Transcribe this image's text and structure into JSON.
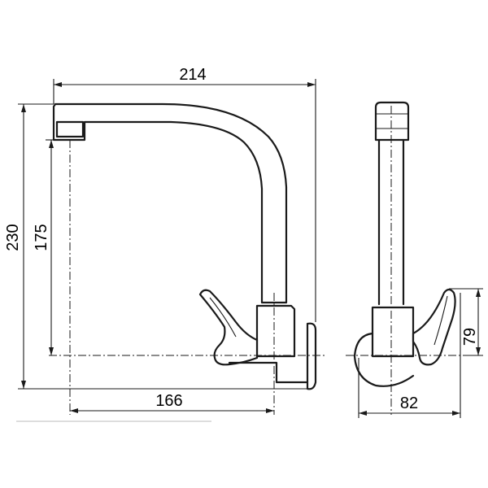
{
  "dimensions": {
    "overall_width": "214",
    "overall_height": "230",
    "spout_height": "175",
    "spout_reach": "166",
    "side_depth": "82",
    "handle_height": "79"
  }
}
